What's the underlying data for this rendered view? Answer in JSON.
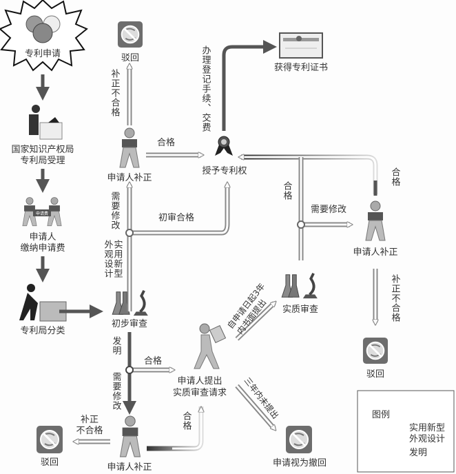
{
  "nodes": {
    "apply": "专利申请",
    "accept_1": "国家知识产权局",
    "accept_2": "专利局受理",
    "pay_1": "申请人",
    "pay_2": "缴纳申请费",
    "fee_tag": "申请费",
    "classify": "专利局分类",
    "prelim": "初步审查",
    "correct_top": "申请人补正",
    "reject_top": "驳回",
    "grant": "授予专利权",
    "certificate": "获得专利证书",
    "correct_right": "申请人补正",
    "reject_right": "驳回",
    "substantive": "实质审查",
    "request_1": "申请人提出",
    "request_2": "实质审查请求",
    "correct_bottom": "申请人补正",
    "reject_bottom": "驳回",
    "withdrawn": "申请视为撤回"
  },
  "edges": {
    "fail_top": "补正不合格",
    "pass_top": "合格",
    "need_fix_top": "需要修改",
    "prelim_pass": "初审合格",
    "utility_branch_a": "外观设计",
    "utility_branch_b": "实用新型",
    "register": "办理登记手续、交费",
    "pass_right": "合格",
    "pass_sub": "合格",
    "need_fix_right": "需要修改",
    "fail_right": "补正不合格",
    "invention_branch": "发明",
    "pass_invention": "合格",
    "need_fix_bottom": "需要修改",
    "fail_bottom_1": "补正",
    "fail_bottom_2": "不合格",
    "pass_bottom": "合格",
    "within_3y_1": "自申请日起3年",
    "within_3y_2": "内书面提出",
    "not_within_3y": "三年内未提出"
  },
  "legend": {
    "title": "图例",
    "utility_1": "实用新型",
    "utility_2": "外观设计",
    "invention": "发明"
  },
  "colors": {
    "invention_line": "#555555",
    "utility_line": "#8a8a8a",
    "icon_gray": "#6d6d6d"
  }
}
